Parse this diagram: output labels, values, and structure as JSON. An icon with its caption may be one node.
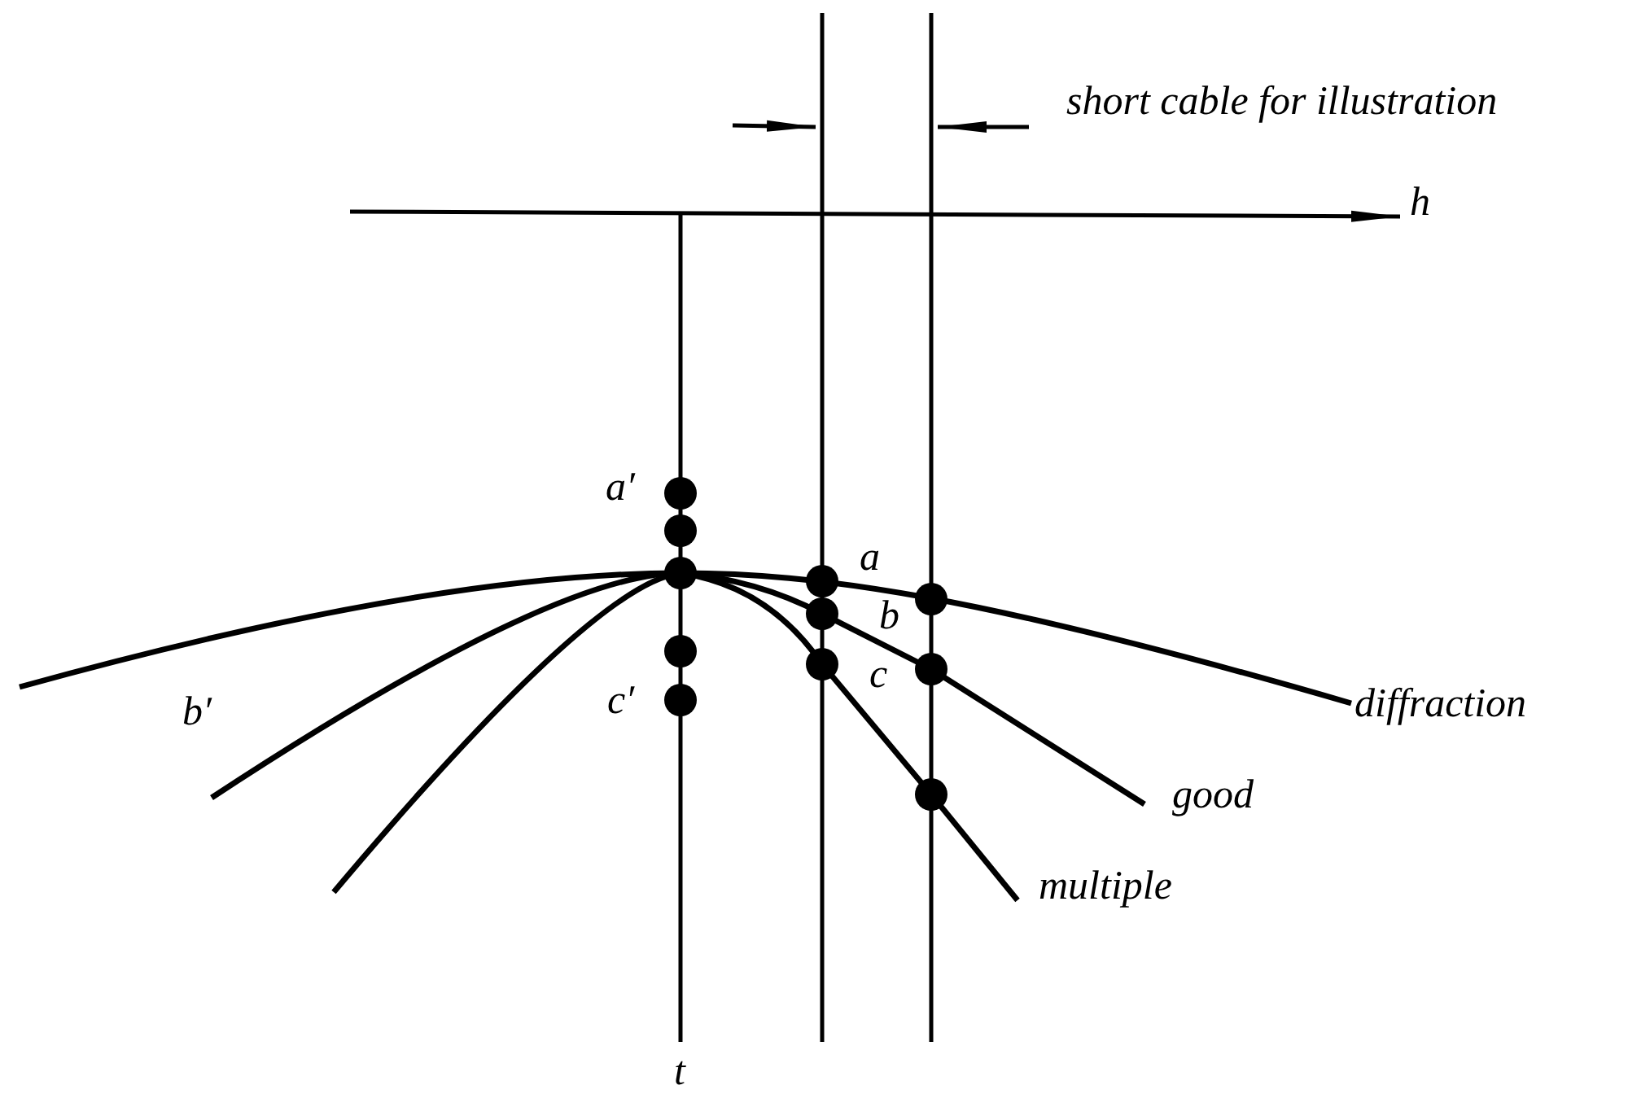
{
  "diagram": {
    "labels": [
      "short cable for illustration",
      "h",
      "a′",
      "a",
      "b",
      "c′",
      "c",
      "b′",
      "diffraction",
      "good",
      "multiple",
      "t"
    ]
  }
}
